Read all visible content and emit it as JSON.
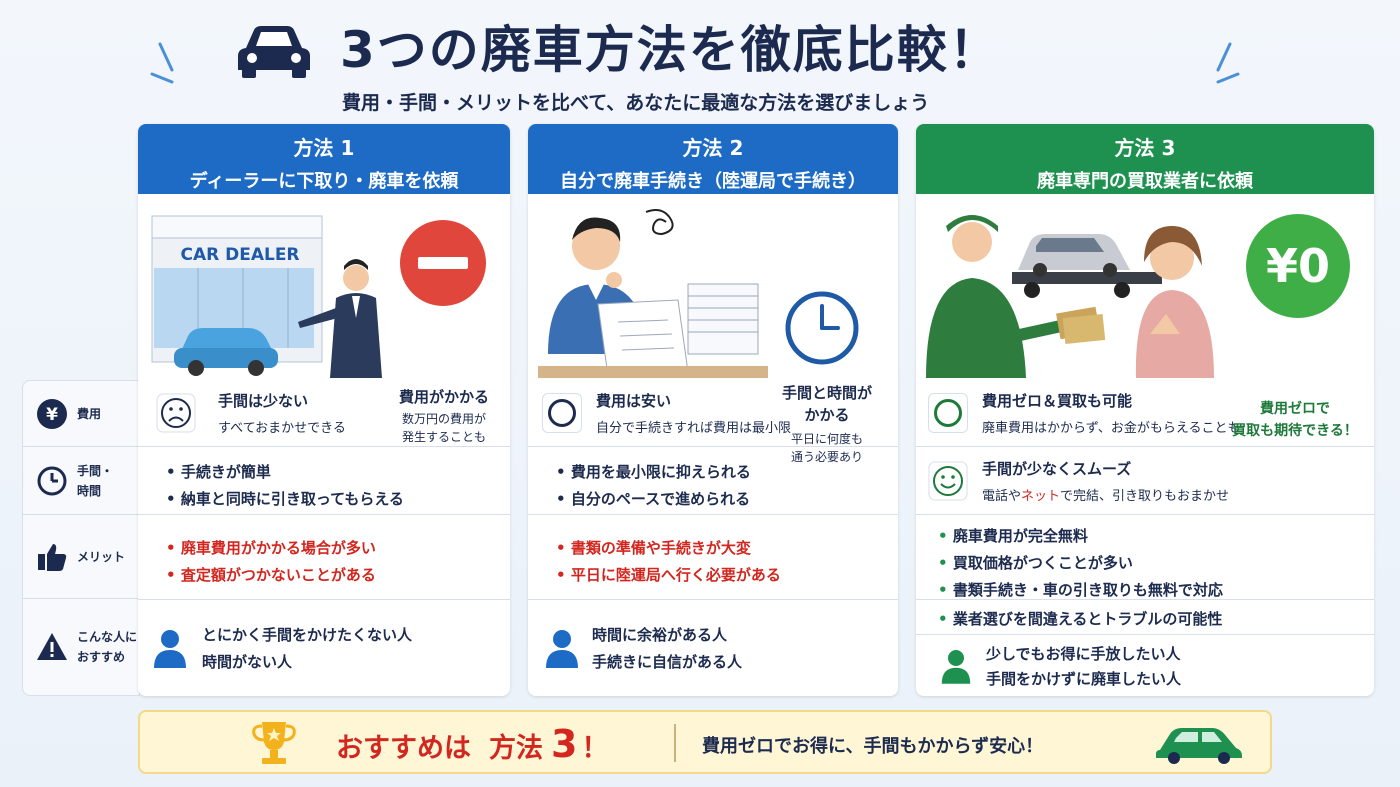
{
  "header": {
    "title": "3つの廃車方法を徹底比較！",
    "subtitle": "費用・手間・メリットを比べて、あなたに最適な方法を選びましょう"
  },
  "rows": {
    "cost": "費用",
    "effort_1": "手間・",
    "effort_2": "時間",
    "merit": "メリット",
    "recommend_1": "こんな人に",
    "recommend_2": "おすすめ"
  },
  "methods": [
    {
      "num": "方法 1",
      "name": "ディーラーに下取り・廃車を依頼",
      "color": "#1e6bc6",
      "illus_sign": "CAR DEALER",
      "badge_title": "費用がかかる",
      "badge_sub_1": "数万円の費用が",
      "badge_sub_2": "発生することも",
      "cost_title": "手間は少ない",
      "cost_sub": "すべておまかせできる",
      "effort": [
        "手続きが簡単",
        "納車と同時に引き取ってもらえる"
      ],
      "merit": [
        "廃車費用がかかる場合が多い",
        "査定額がつかないことがある"
      ],
      "recommend": [
        "とにかく手間をかけたくない人",
        "時間がない人"
      ]
    },
    {
      "num": "方法 2",
      "name": "自分で廃車手続き（陸運局で手続き）",
      "color": "#1e6bc6",
      "badge_title_1": "手間と時間が",
      "badge_title_2": "かかる",
      "badge_sub_1": "平日に何度も",
      "badge_sub_2": "通う必要あり",
      "cost_title": "費用は安い",
      "cost_sub": "自分で手続きすれば費用は最小限",
      "effort": [
        "費用を最小限に抑えられる",
        "自分のペースで進められる"
      ],
      "merit": [
        "書類の準備や手続きが大変",
        "平日に陸運局へ行く必要がある"
      ],
      "recommend": [
        "時間に余裕がある人",
        "手続きに自信がある人"
      ]
    },
    {
      "num": "方法 3",
      "name": "廃車専門の買取業者に依頼",
      "color": "#1e9150",
      "badge_value": "¥0",
      "badge_title_1": "費用ゼロで",
      "badge_title_2": "買取も期待できる！",
      "cost_title": "費用ゼロ＆買取も可能",
      "cost_sub": "廃車費用はかからず、お金がもらえることも",
      "effort_title": "手間が少なくスムーズ",
      "effort_sub_a": "電話や",
      "effort_sub_b": "ネット",
      "effort_sub_c": "で完結、引き取りもおまかせ",
      "merit": [
        "廃車費用が完全無料",
        "買取価格がつくことが多い",
        "書類手続き・車の引き取りも無料で対応"
      ],
      "note": "業者選びを間違えるとトラブルの可能性",
      "recommend": [
        "少しでもお得に手放したい人",
        "手間をかけずに廃車したい人"
      ]
    }
  ],
  "banner": {
    "lead": "おすすめは",
    "method": "方法",
    "num": "3",
    "excl": "！",
    "message": "費用ゼロでお得に、手間もかからず安心！"
  }
}
